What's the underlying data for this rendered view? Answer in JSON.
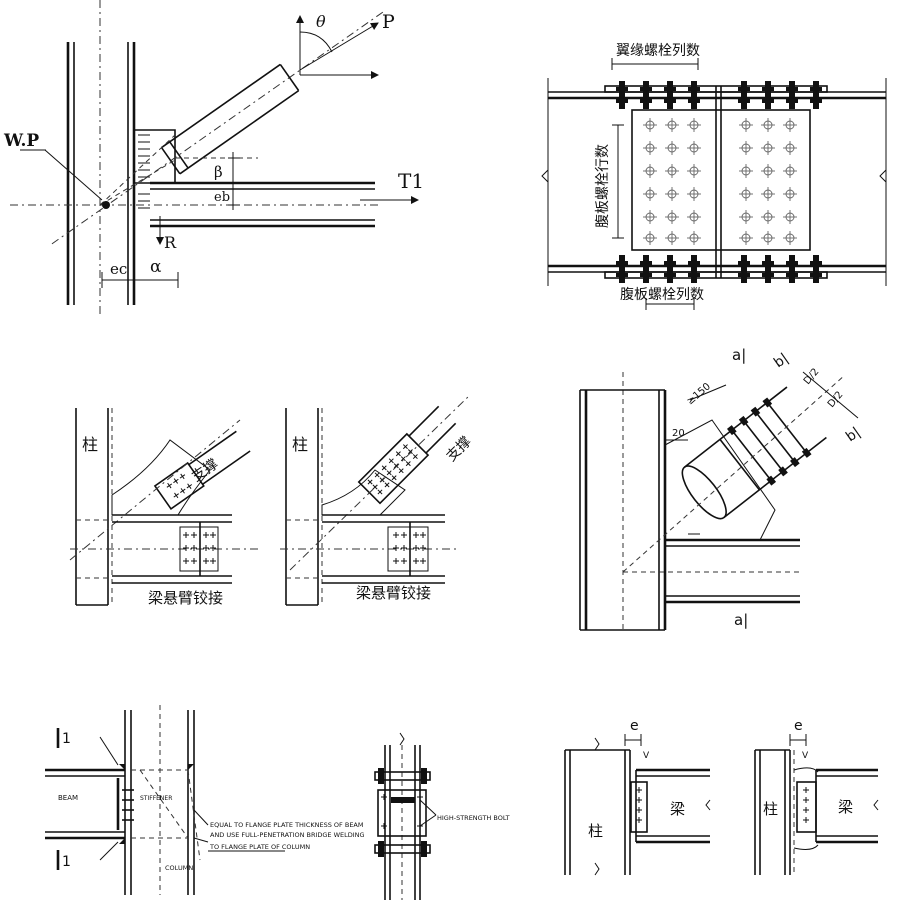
{
  "panel1": {
    "label_wp": "W.P",
    "label_p": "P",
    "label_theta": "θ",
    "label_beta": "β",
    "label_eb": "eb",
    "label_t1": "T1",
    "label_r": "R",
    "label_ec": "ec",
    "label_a": "α"
  },
  "panel2": {
    "flange_bolt_columns": "翼缘螺栓列数",
    "web_bolt_rows": "腹板螺栓行数",
    "web_bolt_columns": "腹板螺栓列数"
  },
  "panel3": {
    "column_left": "柱",
    "brace_left": "支撑",
    "caption_left": "梁悬臂铰接",
    "column_right": "柱",
    "brace_right": "支撑",
    "caption_right": "梁悬臂铰接"
  },
  "panel4": {
    "section_a_top": "a|",
    "section_a_bottom": "a|",
    "section_b_top": "b|",
    "section_b_bottom": "b|",
    "dim_150": "≥150",
    "dim_d2_1": "D/2",
    "dim_d2_2": "D/2",
    "dim_20": "20"
  },
  "panel5": {
    "section_top": "1",
    "section_bottom": "1",
    "beam_label": "BEAM",
    "stiffener_note": "STIFFENER",
    "note_line1": "EQUAL TO FLANGE PLATE THICKNESS OF BEAM",
    "note_line2": "AND USE FULL-PENETRATION BRIDGE WELDING",
    "note_line3": "TO FLANGE PLATE OF COLUMN",
    "column_label": "COLUMN"
  },
  "panel6": {
    "note": "HIGH-STRENGTH BOLT"
  },
  "panel7": {
    "dim_e": "e",
    "dim_v": "V",
    "column": "柱",
    "beam": "梁"
  },
  "panel8": {
    "dim_e": "e",
    "dim_v": "V",
    "column": "柱",
    "beam": "梁"
  },
  "colors": {
    "line": "#111111",
    "background": "#ffffff"
  }
}
